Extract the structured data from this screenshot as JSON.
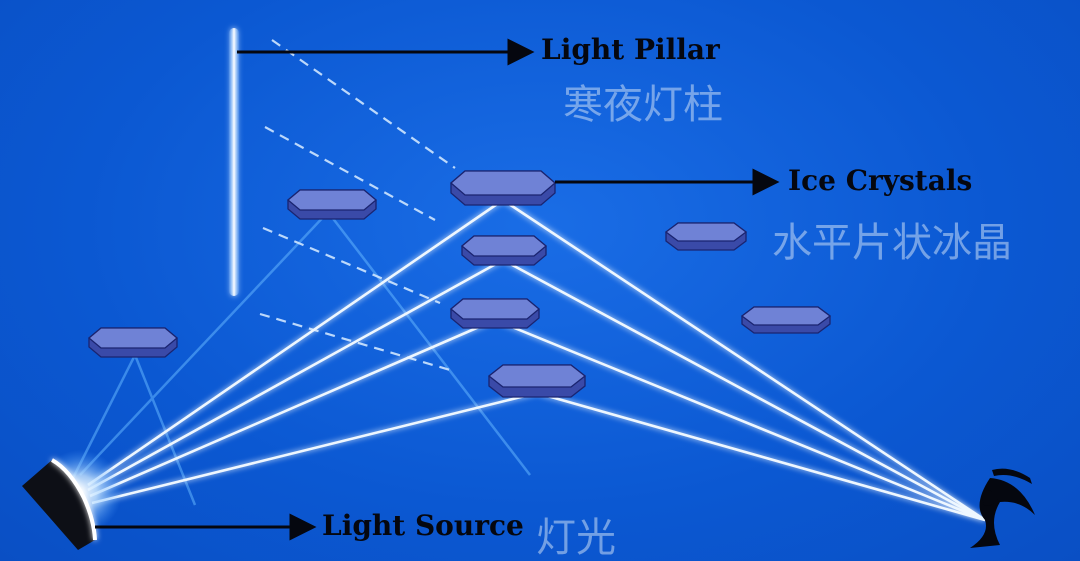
{
  "labels": {
    "light_pillar": {
      "en": "Light Pillar",
      "zh": "寒夜灯柱"
    },
    "ice_crystals": {
      "en": "Ice Crystals",
      "zh": "水平片状冰晶"
    },
    "light_source": {
      "en": "Light Source",
      "zh": "灯光"
    }
  },
  "colors": {
    "background": "#0b58d2",
    "ray": "#e8f4ff",
    "crystal_top": "#6f82d6",
    "crystal_side": "#3a4aa8",
    "arrow": "#05070f",
    "chinese_label": "#c8dcf5"
  },
  "icons": [
    "light-source-lamp-icon",
    "eye-icon",
    "hexagonal-ice-crystal-icon"
  ]
}
